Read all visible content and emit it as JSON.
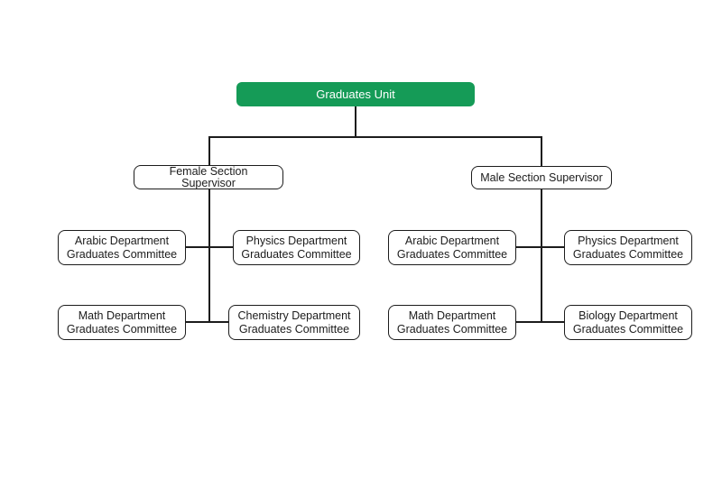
{
  "colors": {
    "root_bg": "#159b57",
    "root_text": "#ffffff",
    "box_border": "#1c1c1c",
    "connector": "#1c1c1c",
    "background": "#ffffff"
  },
  "org": {
    "root": {
      "label": "Graduates Unit"
    },
    "left": {
      "supervisor": {
        "lines": [
          "Female Section",
          "Supervisor"
        ]
      },
      "committees": [
        {
          "lines": [
            "Arabic Department",
            "Graduates Committee"
          ]
        },
        {
          "lines": [
            "Physics Department",
            "Graduates Committee"
          ]
        },
        {
          "lines": [
            "Math Department",
            "Graduates Committee"
          ]
        },
        {
          "lines": [
            "Chemistry Department",
            "Graduates Committee"
          ]
        }
      ]
    },
    "right": {
      "supervisor": {
        "lines": [
          "Male Section Supervisor"
        ]
      },
      "committees": [
        {
          "lines": [
            "Arabic Department",
            "Graduates Committee"
          ]
        },
        {
          "lines": [
            "Physics Department",
            "Graduates Committee"
          ]
        },
        {
          "lines": [
            "Math Department",
            "Graduates Committee"
          ]
        },
        {
          "lines": [
            "Biology Department",
            "Graduates Committee"
          ]
        }
      ]
    }
  }
}
